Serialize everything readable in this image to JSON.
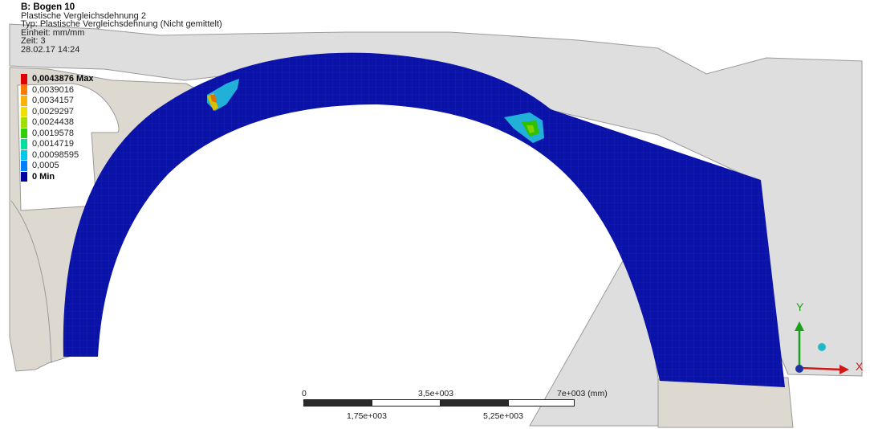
{
  "header": {
    "title": "B: Bogen 10",
    "result_name": "Plastische Vergleichsdehnung 2",
    "type_line": "Typ: Plastische Vergleichsdehnung (Nicht gemittelt)",
    "unit_line": "Einheit: mm/mm",
    "time_line": "Zeit: 3",
    "date_line": "28.02.17 14:24"
  },
  "legend": {
    "max_label": "0,0043876 Max",
    "min_label": "0 Min",
    "entries": [
      {
        "label": "0,0043876 Max",
        "color": "#e00000"
      },
      {
        "label": "0,0039016",
        "color": "#ff7a00"
      },
      {
        "label": "0,0034157",
        "color": "#ffb000"
      },
      {
        "label": "0,0029297",
        "color": "#f0e000"
      },
      {
        "label": "0,0024438",
        "color": "#9fe000"
      },
      {
        "label": "0,0019578",
        "color": "#2ed000"
      },
      {
        "label": "0,0014719",
        "color": "#00e0a0"
      },
      {
        "label": "0,00098595",
        "color": "#00c8e8"
      },
      {
        "label": "0,0005",
        "color": "#0080ff"
      },
      {
        "label": "0 Min",
        "color": "#0000a0"
      }
    ]
  },
  "scale_bar": {
    "top_labels": [
      "0",
      "3,5e+003",
      "7e+003 (mm)"
    ],
    "bottom_labels": [
      "1,75e+003",
      "5,25e+003"
    ]
  },
  "triad": {
    "y_label": "Y",
    "x_label": "X"
  },
  "colors": {
    "mesh_blue": "#0a12a8",
    "gray_body": "#dcdcdc",
    "beige_body": "#ddd9d0",
    "edge": "#9a9a9a"
  }
}
